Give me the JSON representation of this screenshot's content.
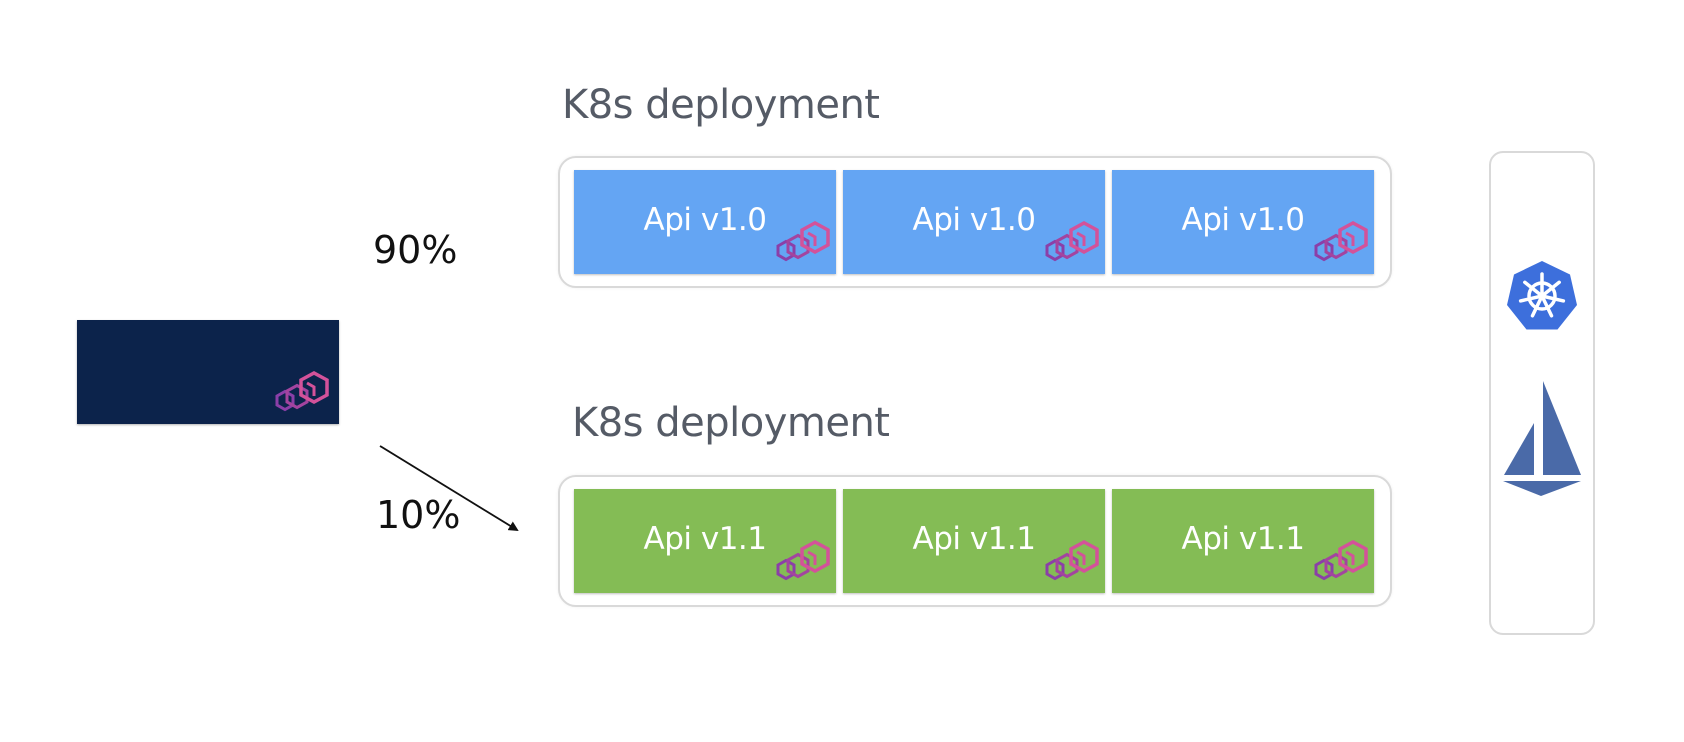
{
  "diagram": {
    "gateway": {
      "icon": "envoy-icon"
    },
    "routes": [
      {
        "percent": "90%"
      },
      {
        "percent": "10%"
      }
    ],
    "deployments": [
      {
        "title": "K8s deployment",
        "color": "#64a5f3",
        "pods": [
          "Api v1.0",
          "Api v1.0",
          "Api v1.0"
        ]
      },
      {
        "title": "K8s deployment",
        "color": "#84bc55",
        "pods": [
          "Api v1.1",
          "Api v1.1",
          "Api v1.1"
        ]
      }
    ],
    "platform": {
      "icons": [
        "kubernetes-icon",
        "istio-icon"
      ]
    }
  }
}
